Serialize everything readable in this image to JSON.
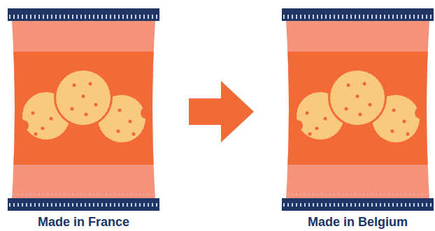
{
  "diagram": {
    "nodes": [
      {
        "text": [
          "Made in France"
        ]
      },
      {
        "text": [
          "Made in Belgium"
        ]
      }
    ],
    "edges": [
      {
        "from": 0,
        "to": 1,
        "arrow": "to"
      }
    ]
  }
}
